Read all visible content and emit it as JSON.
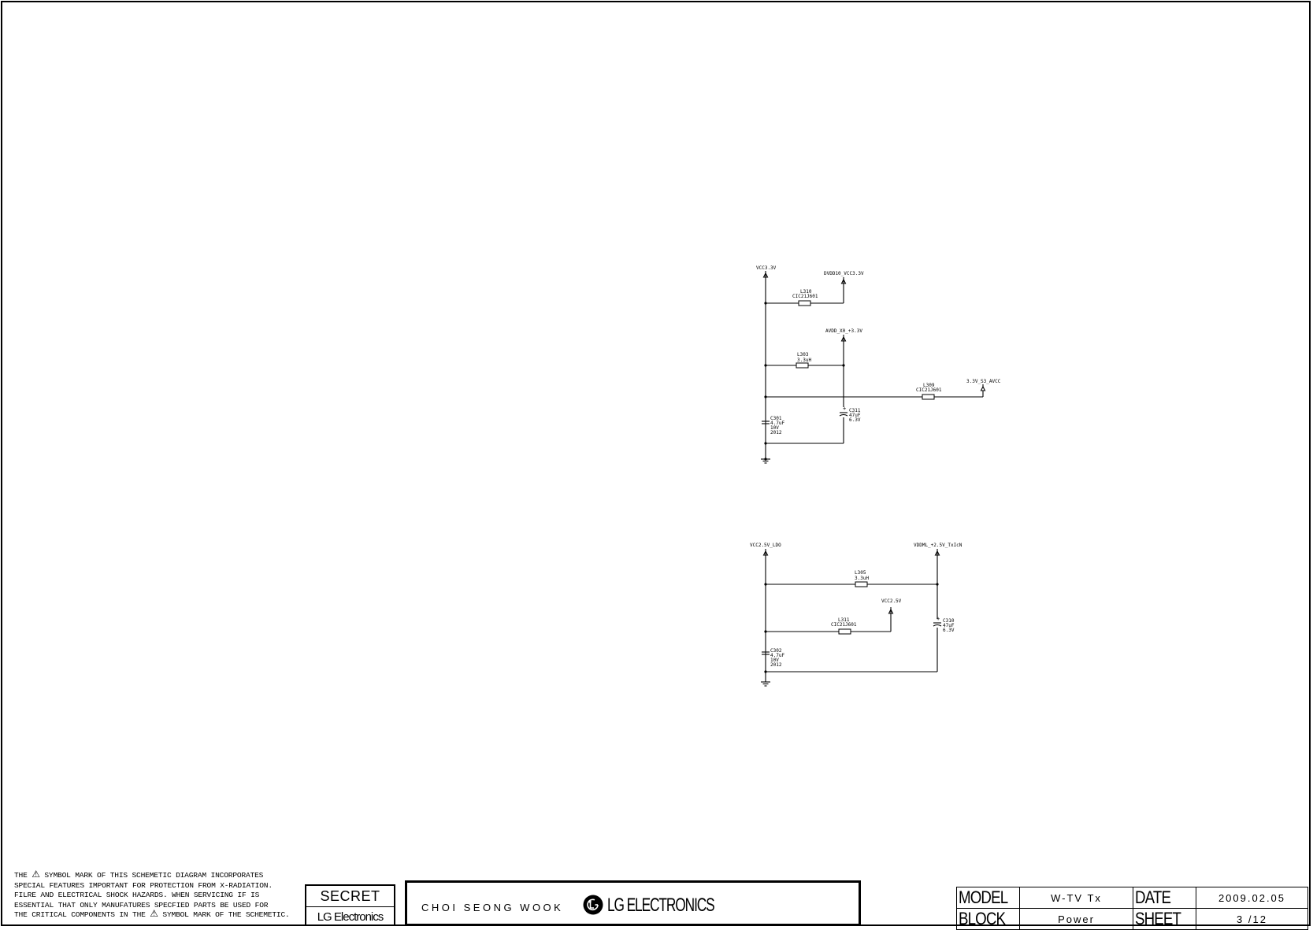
{
  "schematic": {
    "top_nets": {
      "vcc33": "VCC3.3V",
      "dvdd": "DVDD10_VCC3.3V",
      "avdd": "AVDD_X0_+3.3V",
      "avcc": "3.3V_S3_AVCC"
    },
    "top_parts": {
      "l310": {
        "ref": "L310",
        "value": "CIC21J601"
      },
      "l303": {
        "ref": "L303",
        "value": "3.3uH"
      },
      "l309": {
        "ref": "L309",
        "value": "CIC21J601"
      },
      "c301": {
        "ref": "C301",
        "value": "4.7uF",
        "voltage": "10V",
        "size": "2012"
      },
      "c311": {
        "ref": "C311",
        "value": "47uF",
        "voltage": "6.3V"
      }
    },
    "bottom_nets": {
      "vcc25_ldo": "VCC2.5V_LDO",
      "vddm": "VDDML_+2.5V_TxIcN",
      "vcc25": "VCC2.5V"
    },
    "bottom_parts": {
      "l305": {
        "ref": "L305",
        "value": "3.3uH"
      },
      "l311": {
        "ref": "L311",
        "value": "CIC21J601"
      },
      "c302": {
        "ref": "C302",
        "value": "4.7uF",
        "voltage": "10V",
        "size": "2012"
      },
      "c310": {
        "ref": "C310",
        "value": "47uF",
        "voltage": "6.3V"
      }
    }
  },
  "title_block": {
    "notice_lines": [
      [
        "THE ",
        "⚠",
        " SYMBOL MARK OF THIS SCHEMETIC DIAGRAM INCORPORATES"
      ],
      [
        "SPECIAL FEATURES IMPORTANT FOR PROTECTION FROM X-RADIATION."
      ],
      [
        "FILRE AND ELECTRICAL SHOCK HAZARDS. WHEN SERVICING IF IS"
      ],
      [
        "ESSENTIAL THAT ONLY MANUFATURES SPECFIED PARTS BE USED FOR"
      ],
      [
        "THE CRITICAL COMPONENTS IN THE ",
        "⚠",
        " SYMBOL MARK OF THE SCHEMETIC."
      ]
    ],
    "secret": "SECRET",
    "company_short": "LG Electronics",
    "author": "CHOI SEONG WOOK",
    "company": "LG ELECTRONICS",
    "model_label": "MODEL",
    "model_value": "W-TV Tx",
    "date_label": "DATE",
    "date_value": "2009.02.05",
    "block_label": "BLOCK",
    "block_value": "Power",
    "sheet_label": "SHEET",
    "sheet_value": "3 /12"
  }
}
